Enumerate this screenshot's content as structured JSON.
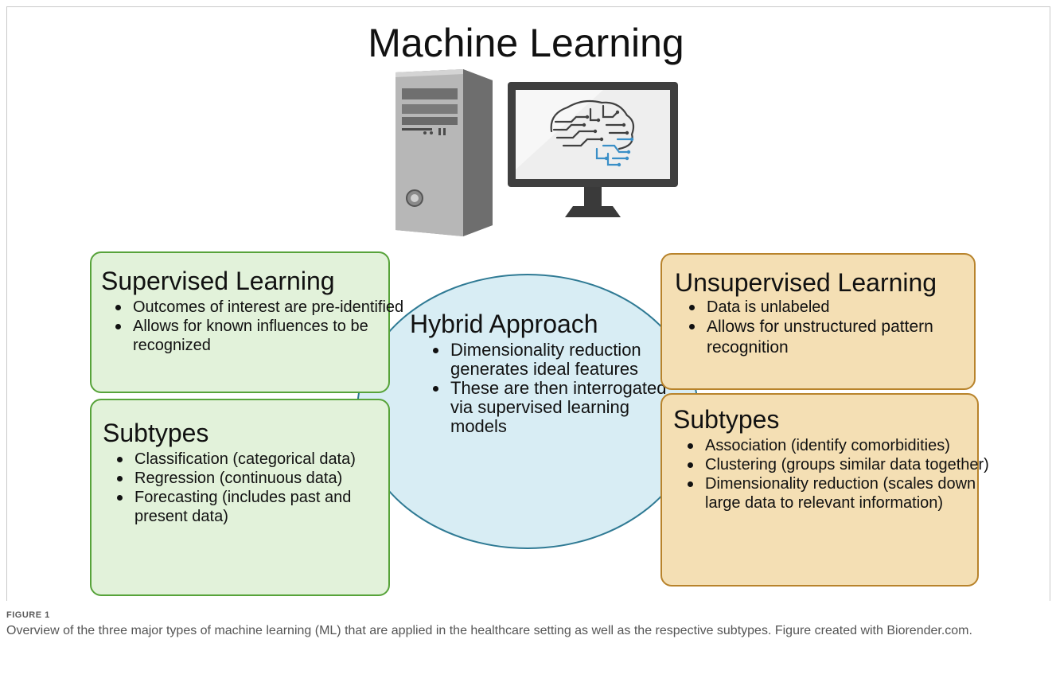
{
  "figure": {
    "title": "Machine Learning",
    "caption_label": "FIGURE 1",
    "caption_text": "Overview of the three major types of machine learning (ML) that are applied in the healthcare setting as well as the respective subtypes. Figure created with Biorender.com."
  },
  "icons": {
    "tower": "computer-tower-icon",
    "monitor": "monitor-brain-icon"
  },
  "supervised": {
    "heading": "Supervised Learning",
    "items": [
      "Outcomes of interest are pre-identified",
      "Allows for known influences to be recognized"
    ],
    "subtypes_heading": "Subtypes",
    "subtypes": [
      "Classification (categorical data)",
      "Regression (continuous data)",
      "Forecasting (includes past and present data)"
    ]
  },
  "hybrid": {
    "heading": "Hybrid Approach",
    "items": [
      "Dimensionality reduction generates ideal features",
      "These are then interrogated via supervised learning models"
    ]
  },
  "unsupervised": {
    "heading": "Unsupervised Learning",
    "items": [
      "Data is unlabeled",
      "Allows for unstructured pattern recognition"
    ],
    "subtypes_heading": "Subtypes",
    "subtypes": [
      "Association (identify comorbidities)",
      "Clustering (groups similar data together)",
      "Dimensionality reduction (scales down large data to relevant information)"
    ]
  },
  "colors": {
    "supervised_fill": "#e2f2da",
    "supervised_border": "#57a33a",
    "unsupervised_fill": "#f4dfb4",
    "unsupervised_border": "#b8832b",
    "hybrid_fill": "#d8edf4",
    "hybrid_border": "#2f7a94"
  }
}
